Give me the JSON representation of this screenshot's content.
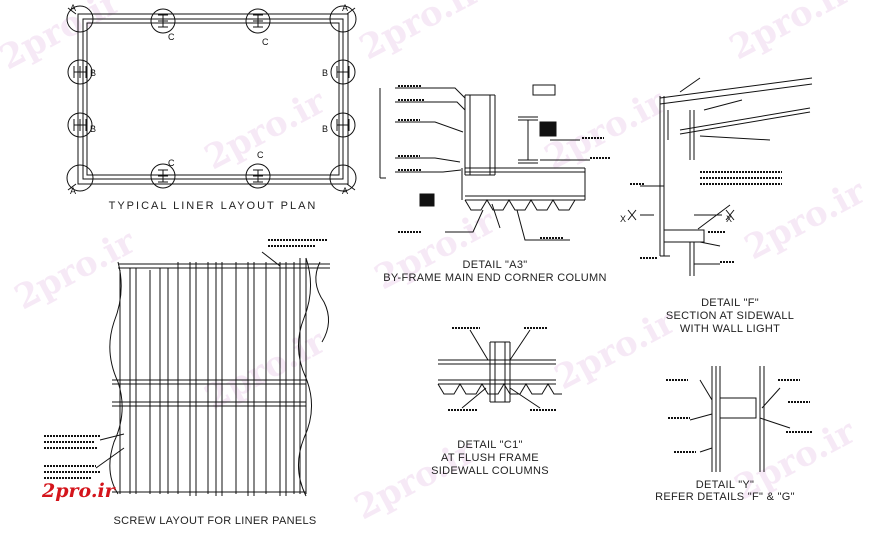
{
  "watermark": "2pro.ir",
  "logo_text": "2pro.ir",
  "colors": {
    "line": "#111111",
    "logo": "#d4141b",
    "watermark": "#c878c8"
  },
  "plan": {
    "title": "TYPICAL LINER LAYOUT PLAN",
    "marks": {
      "a": "A",
      "b": "B",
      "c": "C"
    }
  },
  "detail_a3": {
    "title_1": "DETAIL \"A3\"",
    "title_2": "BY-FRAME MAIN END CORNER COLUMN"
  },
  "detail_f": {
    "title_1": "DETAIL \"F\"",
    "title_2": "SECTION AT SIDEWALL",
    "title_3": "WITH WALL LIGHT",
    "x_mark": "X"
  },
  "detail_c1": {
    "title_1": "DETAIL \"C1\"",
    "title_2": "AT FLUSH FRAME",
    "title_3": "SIDEWALL COLUMNS"
  },
  "detail_y": {
    "title_1": "DETAIL \"Y\"",
    "title_2": "REFER DETAILS \"F\" & \"G\""
  },
  "screw_layout": {
    "title": "SCREW LAYOUT FOR LINER PANELS"
  }
}
